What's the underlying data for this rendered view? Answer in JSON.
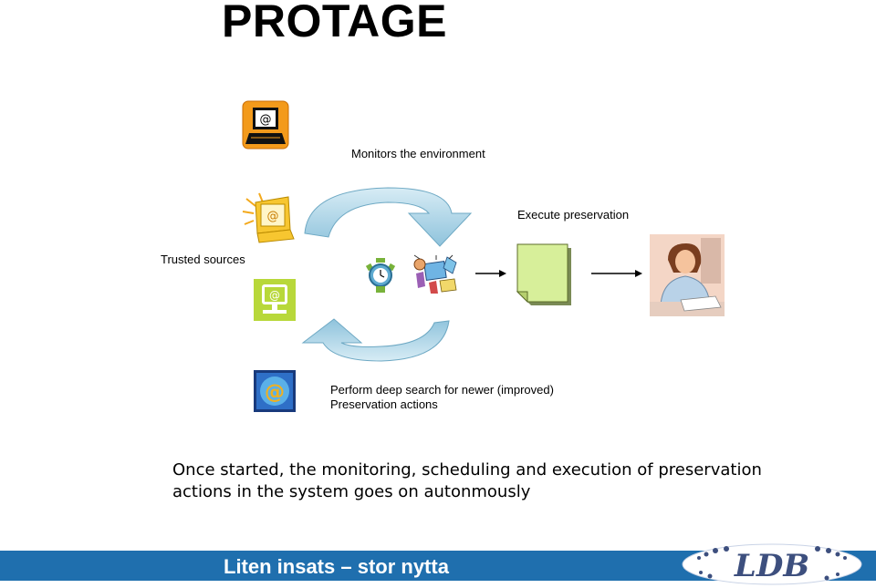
{
  "title": "PROTAGE",
  "labels": {
    "monitors": "Monitors the environment",
    "execute": "Execute preservation",
    "trusted": "Trusted sources",
    "search_line1": "Perform deep search for newer (improved)",
    "search_line2": "Preservation actions"
  },
  "caption": {
    "line1": "Once started, the monitoring, scheduling and execution of preservation",
    "line2": "actions in the system goes on autonmously"
  },
  "footer": {
    "tagline": "Liten insats – stor nytta",
    "logo_text": "LDB"
  },
  "icons": [
    "computer-at-icon",
    "sun-computer-at-icon",
    "green-monitor-at-icon",
    "blue-at-icon",
    "stopwatch-icon",
    "busy-office-icon",
    "document-icon",
    "woman-at-desk-icon",
    "curved-arrow-top-icon",
    "curved-arrow-bottom-icon"
  ],
  "colors": {
    "footer_bar": "#1f6fae",
    "arrow_fill": "#a9d3e6",
    "document_fill": "#d7ef9a",
    "logo_blue": "#3d4f7e"
  }
}
